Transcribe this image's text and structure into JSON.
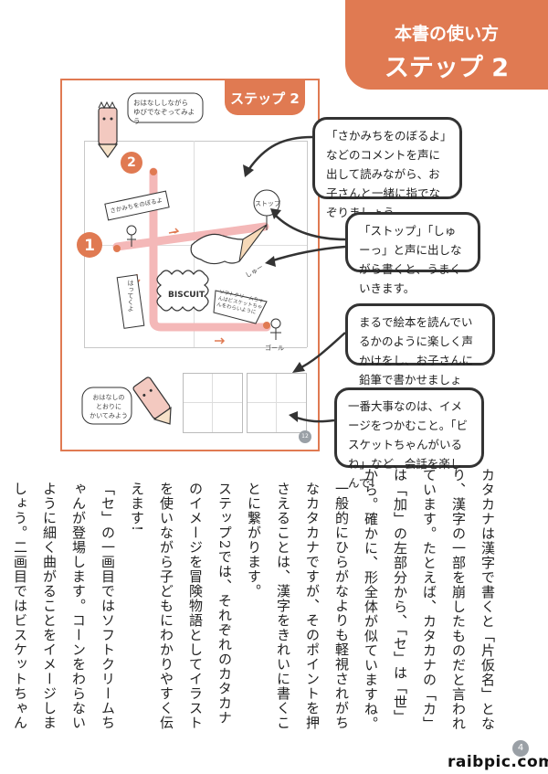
{
  "header": {
    "title": "本書の使い方",
    "step": "ステップ 2"
  },
  "sample": {
    "step_tab": "ステップ 2",
    "speech_top": "おはなししながら\nゆびでなぞってみよう",
    "speech_bottom": "おはなしの\nとおりに\nかいてみよう",
    "num1": "1",
    "num2": "2",
    "sign_stop": "ストップ",
    "sign_sakamichi": "さかみちをのぼるよ",
    "sign_hatte": "はってくよ",
    "sign_goal": "ゴール",
    "biscuit": "BISCUIT",
    "cream_note": "ソフトクリームちゃんはビスケットちゃんをわらいように",
    "slide": "しゅー",
    "page_no_small": "12"
  },
  "callouts": [
    "「さかみちをのぼるよ」などのコメントを声に出して読みながら、お子さんと一緒に指でなぞりましょう。",
    "「ストップ」「しゅーっ」と声に出しながら書くと、うまくいきます。",
    "まるで絵本を読んでいるかのように楽しく声かけをし、お子さんに鉛筆で書かせましょう。",
    "一番大事なのは、イメージをつかむこと。「ビスケットちゃんがいるね」など、会話を楽しんで!"
  ],
  "body": [
    "カタカナは漢字で書くと「片仮名」となり、漢字の一部を崩したものだと言われています。たとえば、カタカナの「カ」は「加」の左部分から、「セ」は「世」から。確かに、形全体が似ていますね。",
    "一般的にひらがなよりも軽視されがちなカタカナですが、そのポイントを押さえることは、漢字をきれいに書くことに繋がります。",
    "ステップ2では、それぞれのカタカナのイメージを冒険物語としてイラストを使いながら子どもにわかりやすく伝えます!",
    "「セ」の一画目ではソフトクリームちゃんが登場します。コーンをわらないように細く曲がることをイメージしましょう。二画目ではビスケットちゃんをわらないようにゆっくりと曲がります。「わらないようにゆっくりね」と声かけをすると、きっとお子さんはそのシーンをイメージし、ワクワクするはずです。これが大事なポイントです。楽しい気持ちは忘れにくいもの。他にもすべり台やブランコが登場します。絵本をめくるように楽しく進めてください。"
  ],
  "page_number": "4",
  "watermark": "raibpic.com",
  "colors": {
    "accent": "#e07a52",
    "pink_path": "#f4b8b8",
    "text": "#222222"
  }
}
